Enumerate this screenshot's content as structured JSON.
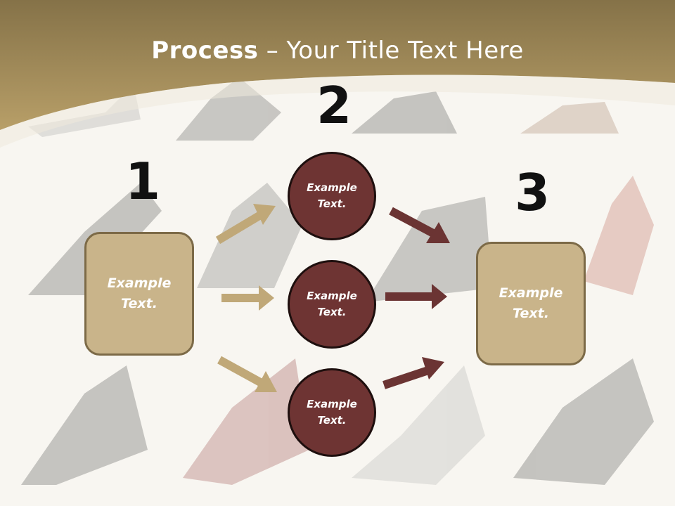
{
  "title": {
    "bold": "Process",
    "rest": " – Your Title Text Here"
  },
  "steps": [
    {
      "number": "1",
      "text": "Example Text."
    },
    {
      "number": "2",
      "items": [
        "Example Text.",
        "Example Text.",
        "Example Text."
      ]
    },
    {
      "number": "3",
      "text": "Example Text."
    }
  ],
  "colors": {
    "header": "#a58e5c",
    "box_fill": "#c9b48a",
    "circle_fill": "#6e3433",
    "arrow_tan": "#c0a878",
    "arrow_maroon": "#6b3433"
  }
}
